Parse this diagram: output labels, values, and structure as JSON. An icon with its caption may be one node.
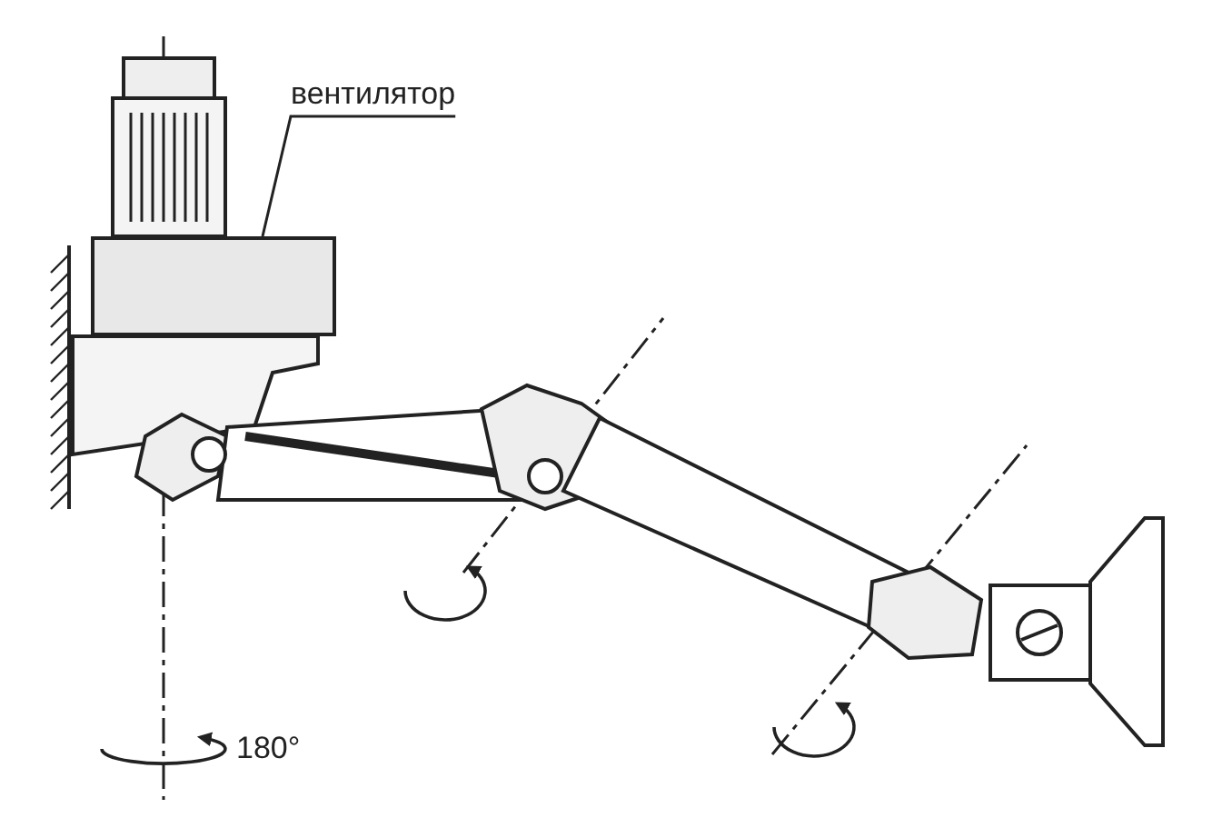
{
  "diagram": {
    "nodes": [
      {
        "text": [
          "вентилятор"
        ]
      },
      {
        "text": [],
        "shape": "box"
      }
    ],
    "edges": [
      {
        "from": 0,
        "to": 1,
        "arrow": "none"
      }
    ],
    "labels": [
      "180°"
    ]
  }
}
